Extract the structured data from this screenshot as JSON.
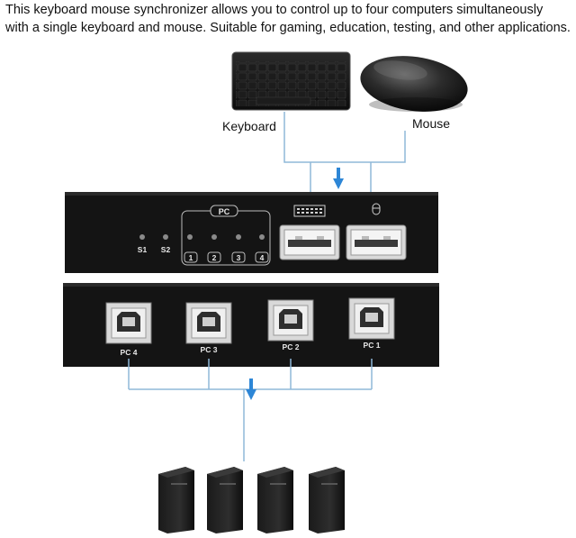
{
  "description": {
    "line1": "This keyboard mouse synchronizer allows you to control up to four computers simultaneously",
    "line2": "with a single keyboard and mouse. Suitable for gaming, education, testing, and other applications."
  },
  "labels": {
    "keyboard": "Keyboard",
    "mouse": "Mouse"
  },
  "front_panel": {
    "pc_group": "PC",
    "switch_labels": [
      "S1",
      "S2"
    ],
    "pc_numbers": [
      "1",
      "2",
      "3",
      "4"
    ]
  },
  "rear_panel": {
    "port_labels": [
      "PC 4",
      "PC 3",
      "PC 2",
      "PC 1"
    ]
  },
  "colors": {
    "connector_line": "#8fb8d9",
    "arrow": "#2d86d6",
    "device_body": "#141414"
  }
}
